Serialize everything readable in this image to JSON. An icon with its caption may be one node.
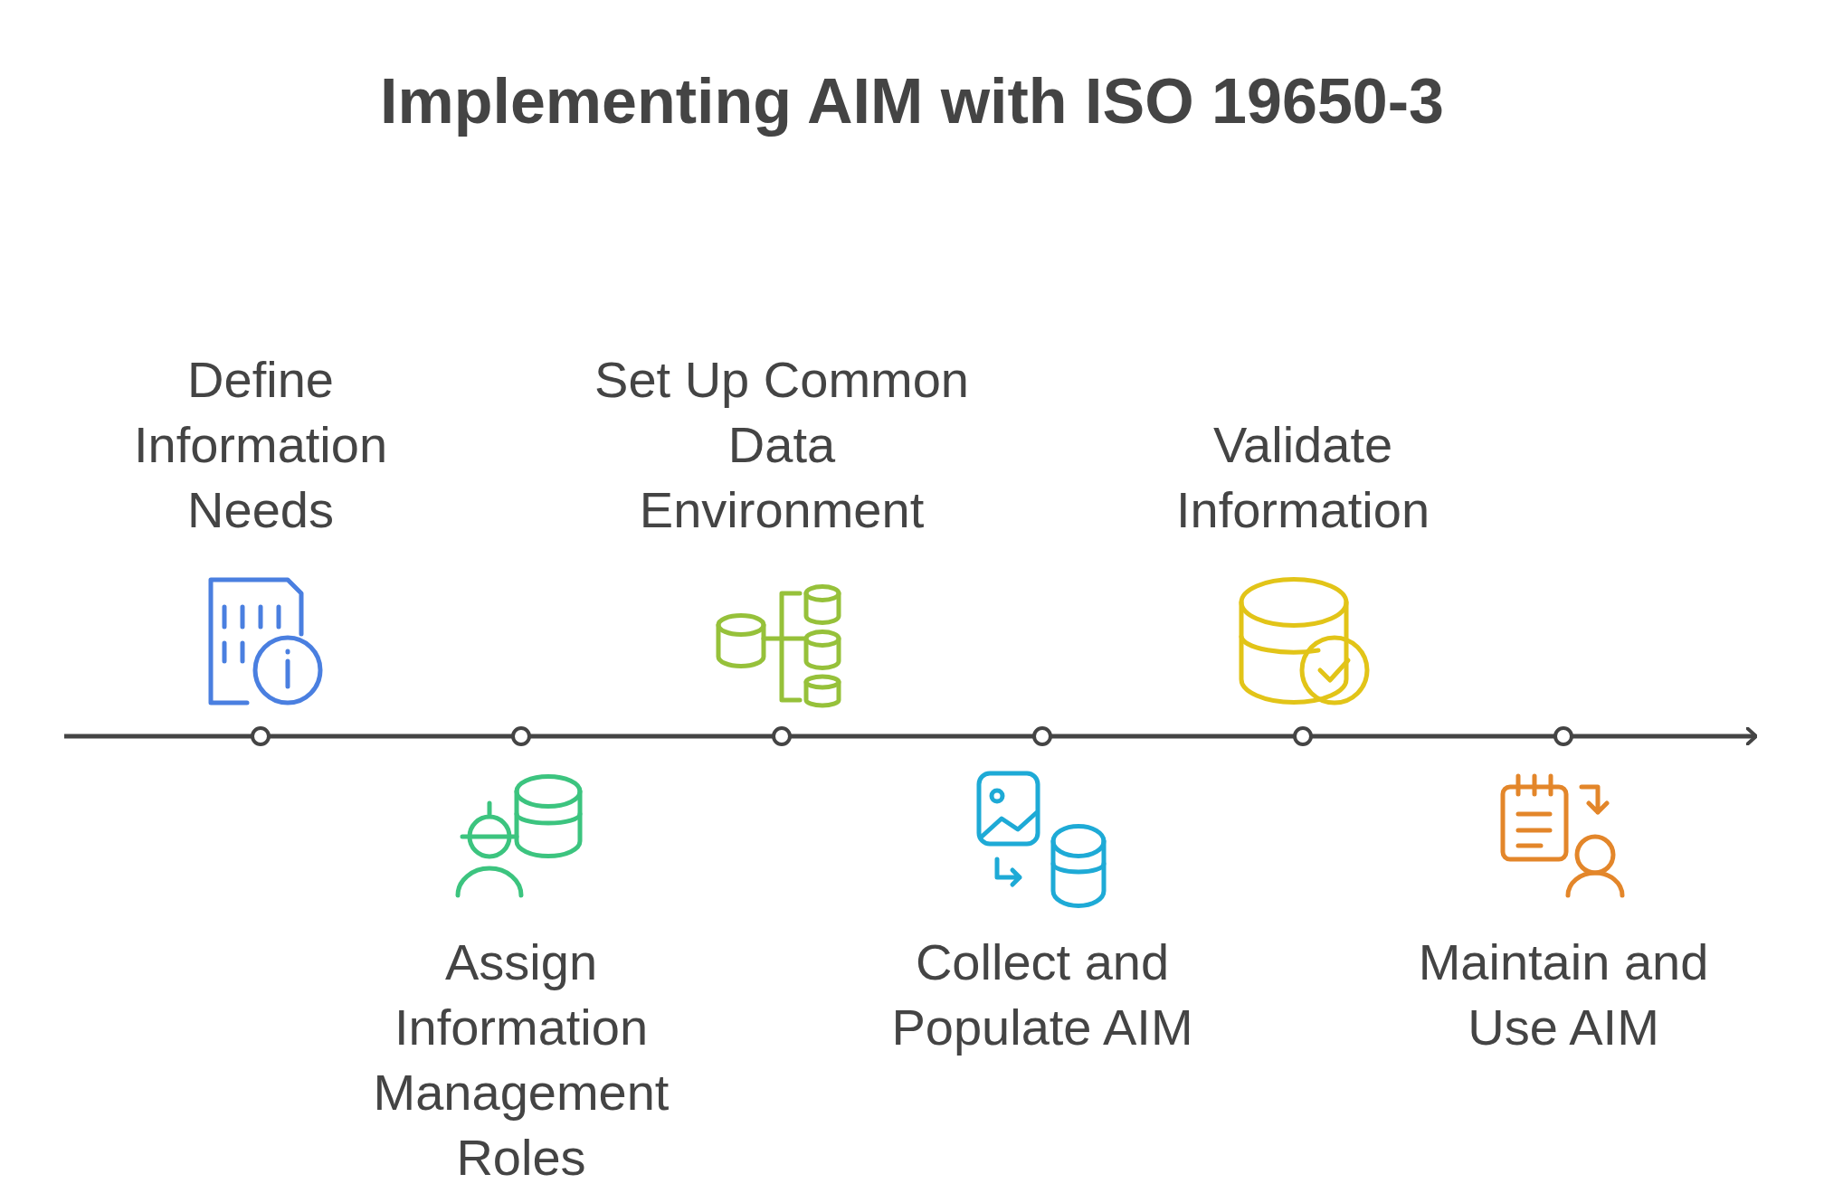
{
  "diagram": {
    "title": "Implementing AIM with ISO 19650-3",
    "nodes": [
      {
        "text": [
          "Define Information Needs"
        ]
      },
      {
        "text": [
          "Assign Information Management Roles"
        ]
      },
      {
        "text": [
          "Set Up Common Data Environment"
        ]
      },
      {
        "text": [
          "Collect and Populate AIM"
        ]
      },
      {
        "text": [
          "Validate Information"
        ]
      },
      {
        "text": [
          "Maintain and Use AIM"
        ]
      }
    ]
  }
}
